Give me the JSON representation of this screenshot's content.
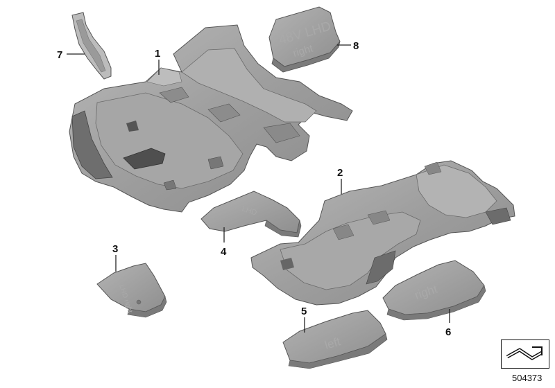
{
  "diagram": {
    "id_number": "504373",
    "callouts": [
      "1",
      "2",
      "3",
      "4",
      "5",
      "6",
      "7",
      "8"
    ],
    "embossed": {
      "part8_line1": "48V LHD",
      "part8_line2": "right",
      "part6": "right",
      "part5": "left",
      "part3": "LHD right"
    },
    "colors": {
      "part_fill": "#a2a2a2",
      "part_shadow": "#7d7d7d",
      "part_light": "#c6c6c6",
      "line": "#222222"
    },
    "icons": [
      "nav-arrow-icon"
    ]
  }
}
